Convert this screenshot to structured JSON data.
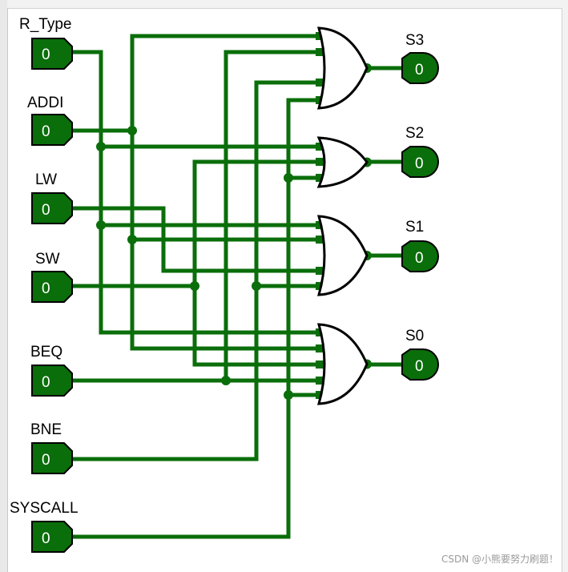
{
  "inputs": [
    {
      "label": "R_Type",
      "value": "0"
    },
    {
      "label": "ADDI",
      "value": "0"
    },
    {
      "label": "LW",
      "value": "0"
    },
    {
      "label": "SW",
      "value": "0"
    },
    {
      "label": "BEQ",
      "value": "0"
    },
    {
      "label": "BNE",
      "value": "0"
    },
    {
      "label": "SYSCALL",
      "value": "0"
    }
  ],
  "outputs": [
    {
      "label": "S3",
      "value": "0"
    },
    {
      "label": "S2",
      "value": "0"
    },
    {
      "label": "S1",
      "value": "0"
    },
    {
      "label": "S0",
      "value": "0"
    }
  ],
  "watermark": "CSDN @小熊要努力刷题！",
  "colors": {
    "wire": "#0a6e0a",
    "pin_fill": "#0a6e0a",
    "gate_stroke": "#000000"
  }
}
